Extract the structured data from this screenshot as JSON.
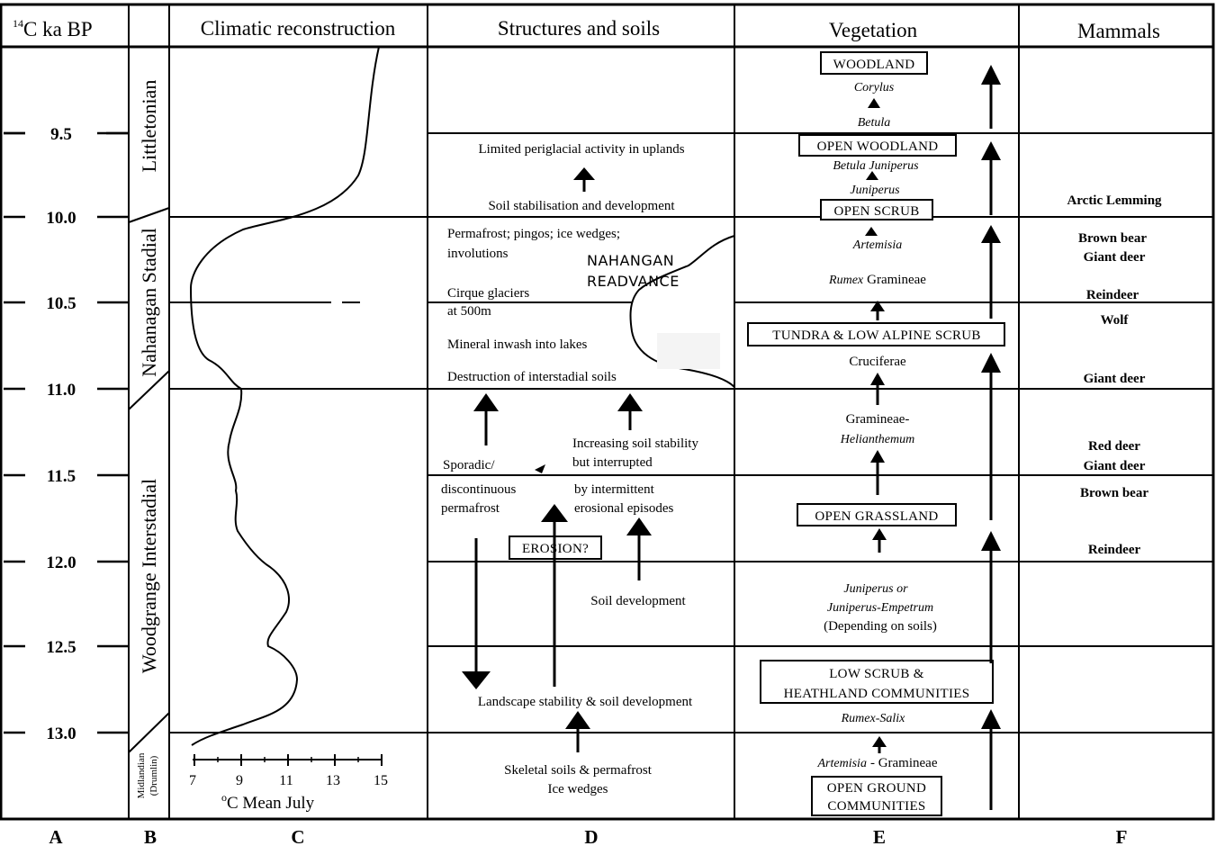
{
  "headers": {
    "time": "14C ka BP",
    "time_sup": "14",
    "time_rest": "C ka BP",
    "climate": "Climatic reconstruction",
    "structures": "Structures and soils",
    "vegetation": "Vegetation",
    "mammals": "Mammals"
  },
  "time_ticks": [
    "9.5",
    "10.0",
    "10.5",
    "11.0",
    "11.5",
    "12.0",
    "12.5",
    "13.0"
  ],
  "stages": {
    "littletonian": "Littletonian",
    "nahanagan": "Nahanagan Stadial",
    "woodgrange": "Woodgrange Interstadial",
    "midlandian_1": "Midlandian",
    "midlandian_2": "(Drumlin)"
  },
  "climate_axis": {
    "ticks": [
      "7",
      "9",
      "11",
      "13",
      "15"
    ],
    "label": "°C Mean July",
    "label_sup": "o",
    "label_rest": "C Mean July"
  },
  "structures": {
    "limited_periglacial": "Limited periglacial activity in uplands",
    "soil_stabilisation": "Soil stabilisation and development",
    "permafrost_1": "Permafrost; pingos; ice wedges;",
    "permafrost_2": "involutions",
    "readvance_1": "NAHANGAN",
    "readvance_2": "READVANCE",
    "cirque_1": "Cirque glaciers",
    "cirque_2": "at 500m",
    "mineral_inwash": "Mineral inwash into lakes",
    "destruction": "Destruction of interstadial soils",
    "increasing_1": "Increasing soil stability",
    "increasing_2": "but interrupted",
    "sporadic_1": "Sporadic/",
    "sporadic_2": "discontinuous",
    "sporadic_3": "permafrost",
    "intermittent_1": "by intermittent",
    "intermittent_2": "erosional episodes",
    "erosion": "EROSION?",
    "soil_development": "Soil development",
    "landscape": "Landscape stability & soil development",
    "skeletal_1": "Skeletal soils & permafrost",
    "skeletal_2": "Ice wedges"
  },
  "vegetation": {
    "woodland": "WOODLAND",
    "corylus": "Corylus",
    "betula": "Betula",
    "open_woodland": "OPEN WOODLAND",
    "betula_juniperus": "Betula Juniperus",
    "juniperus": "Juniperus",
    "open_scrub": "OPEN SCRUB",
    "artemisia": "Artemisia",
    "rumex": "Rumex",
    "gramineae": "Gramineae",
    "tundra": "TUNDRA & LOW ALPINE SCRUB",
    "cruciferae": "Cruciferae",
    "gramineae_dash": "Gramineae-",
    "helianthemum": "Helianthemum",
    "open_grassland": "OPEN GRASSLAND",
    "juniperus_or": "Juniperus or",
    "juniperus_empetrum": "Juniperus-Empetrum",
    "depending": "(Depending on soils)",
    "low_scrub_1": "LOW SCRUB &",
    "low_scrub_2": "HEATHLAND COMMUNITIES",
    "rumex_salix": "Rumex-Salix",
    "artemisia_gramineae_1": "Artemisia",
    "artemisia_gramineae_2": "- Gramineae",
    "open_ground_1": "OPEN GROUND",
    "open_ground_2": "COMMUNITIES"
  },
  "mammals": {
    "arctic_lemming": "Arctic Lemming",
    "brown_bear_1": "Brown bear",
    "giant_deer_1": "Giant deer",
    "reindeer_1": "Reindeer",
    "wolf": "Wolf",
    "giant_deer_2": "Giant deer",
    "red_deer": "Red deer",
    "giant_deer_3": "Giant deer",
    "brown_bear_2": "Brown bear",
    "reindeer_2": "Reindeer"
  },
  "column_labels": [
    "A",
    "B",
    "C",
    "D",
    "E",
    "F"
  ]
}
